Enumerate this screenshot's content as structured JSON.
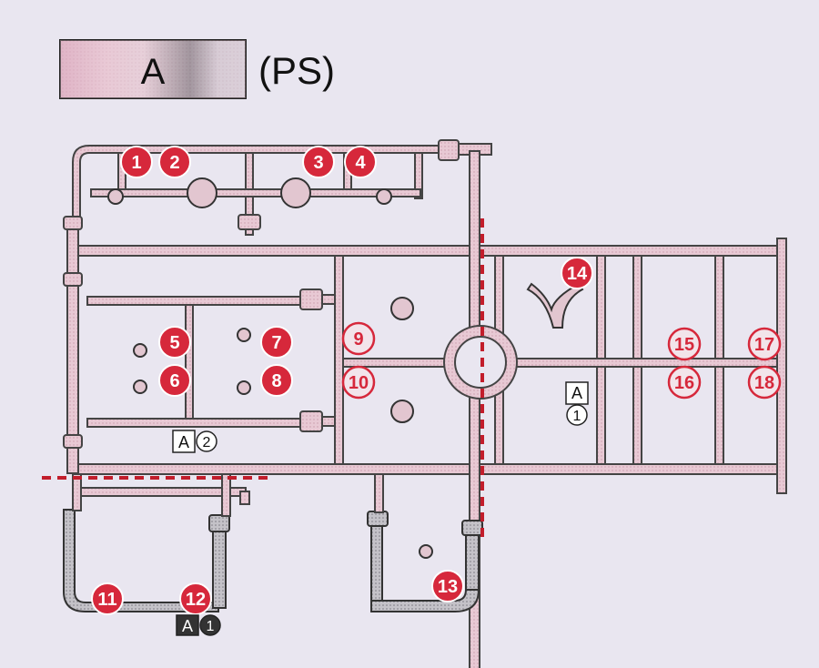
{
  "header": {
    "runner_letter": "A",
    "material": "(PS)"
  },
  "colors": {
    "background": "#e9e6f0",
    "runner_pink": "#e8c9d4",
    "runner_outline": "#3a3a3a",
    "gray_runner": "#b9b7bd",
    "badge_red": "#d6283b",
    "cut_line": "#c21d2b"
  },
  "parts": [
    {
      "num": "1",
      "style": "filled"
    },
    {
      "num": "2",
      "style": "filled"
    },
    {
      "num": "3",
      "style": "filled"
    },
    {
      "num": "4",
      "style": "filled"
    },
    {
      "num": "5",
      "style": "filled"
    },
    {
      "num": "6",
      "style": "filled"
    },
    {
      "num": "7",
      "style": "filled"
    },
    {
      "num": "8",
      "style": "filled"
    },
    {
      "num": "9",
      "style": "outlined"
    },
    {
      "num": "10",
      "style": "outlined"
    },
    {
      "num": "11",
      "style": "filled"
    },
    {
      "num": "12",
      "style": "filled"
    },
    {
      "num": "13",
      "style": "filled"
    },
    {
      "num": "14",
      "style": "filled"
    },
    {
      "num": "15",
      "style": "outlined"
    },
    {
      "num": "16",
      "style": "outlined"
    },
    {
      "num": "17",
      "style": "outlined"
    },
    {
      "num": "18",
      "style": "outlined"
    }
  ],
  "tags": {
    "main_letter": "A",
    "main_number": "2",
    "right_letter": "A",
    "right_number": "1",
    "bottom_letter": "A",
    "bottom_number": "1"
  }
}
